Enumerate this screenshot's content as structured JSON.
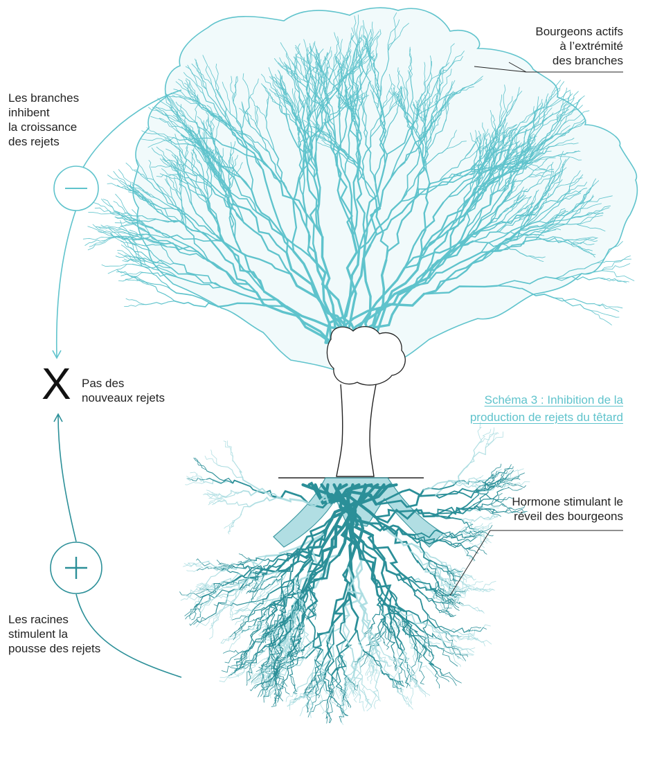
{
  "palette": {
    "teal_light": "#5fc3cc",
    "teal_dark": "#2b8f98",
    "root_fill": "#a9dbe0",
    "crown_fill": "#f1fafb",
    "outline": "#222222"
  },
  "icons": {
    "inhibit": "minus-circle-icon",
    "stimulate": "plus-circle-icon",
    "result": "cross-mark-icon"
  },
  "labels": {
    "buds": [
      "Bourgeons actifs",
      "à l’extrémité",
      "des branches"
    ],
    "branches": [
      "Les branches",
      "inhibent",
      "la croissance",
      "des rejets"
    ],
    "result_mark": "X",
    "result": [
      "Pas des",
      "nouveaux rejets"
    ],
    "caption": [
      "Schéma 3 : Inhibition de la",
      "production de rejets du têtard"
    ],
    "hormone": [
      "Hormone stimulant le",
      "réveil des bourgeons"
    ],
    "roots": [
      "Les racines",
      "stimulent la",
      "pousse des rejets"
    ]
  }
}
